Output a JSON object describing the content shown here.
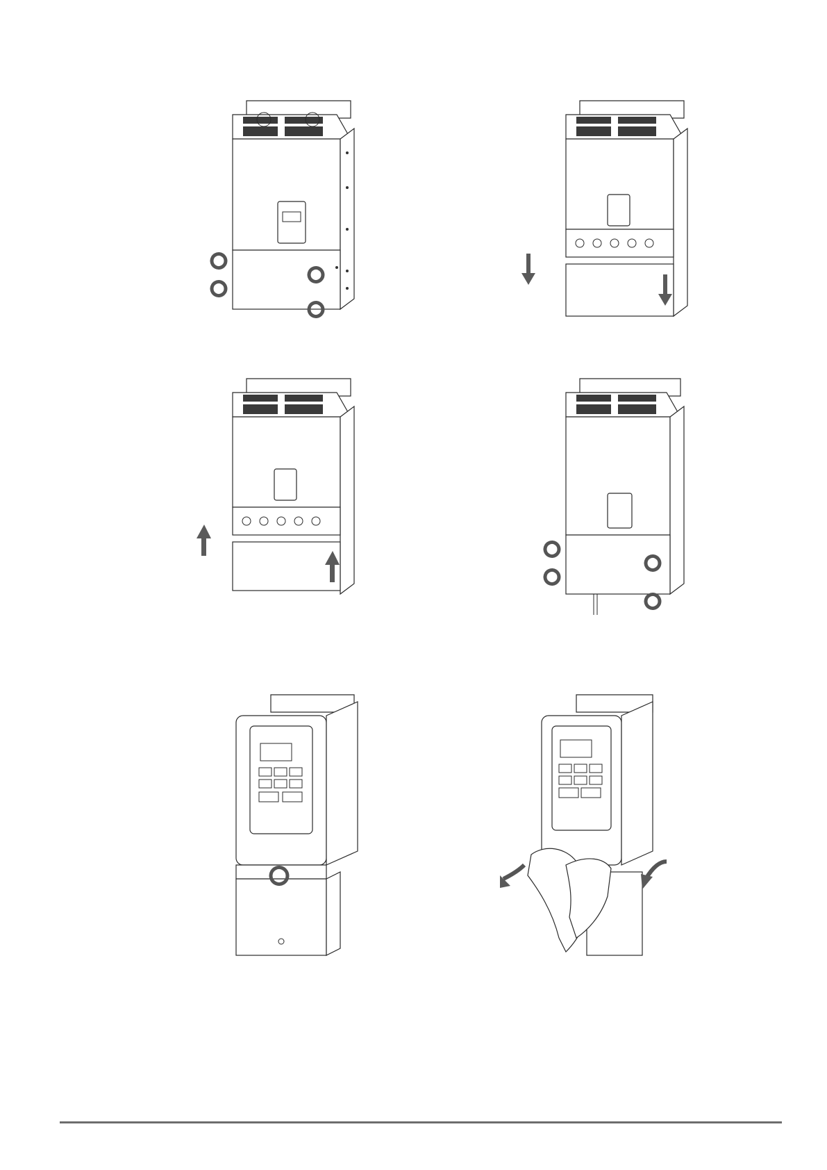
{
  "page": {
    "figures": [
      {
        "id": "fig-1",
        "icon": "drive-bottom-cover-unscrew-illustration"
      },
      {
        "id": "fig-2",
        "icon": "drive-bottom-cover-remove-illustration"
      },
      {
        "id": "fig-3",
        "icon": "drive-bottom-cover-reattach-illustration"
      },
      {
        "id": "fig-4",
        "icon": "drive-bottom-cover-screw-illustration"
      },
      {
        "id": "fig-5",
        "icon": "compact-drive-cover-screw-illustration"
      },
      {
        "id": "fig-6",
        "icon": "compact-drive-cover-pull-illustration"
      }
    ],
    "footer": {
      "rule_color": "#6d6d6d"
    }
  }
}
